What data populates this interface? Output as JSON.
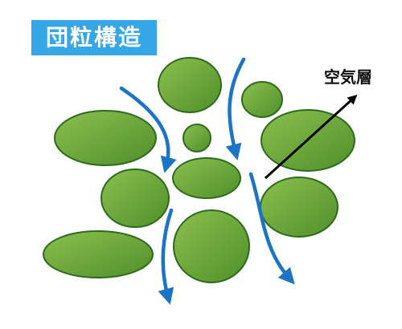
{
  "title": "団粒構造",
  "air_label": "空気層",
  "colors": {
    "title_bg": "#35a6e6",
    "particle_fill_light": "#8cc04f",
    "particle_fill_dark": "#4f8f2a",
    "particle_stroke": "#2c6b1d",
    "flow_arrow": "#1b74c4",
    "pointer_arrow": "#000000"
  },
  "icons": {
    "flow": "curved-down-arrow",
    "pointer": "diagonal-arrow"
  }
}
